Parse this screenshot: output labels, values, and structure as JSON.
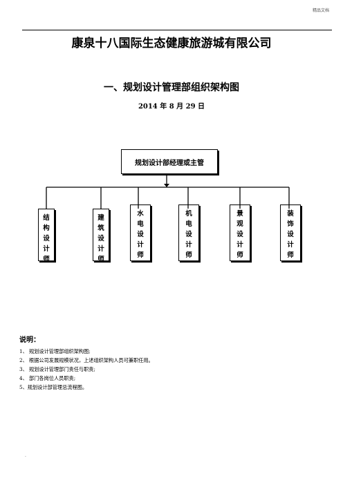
{
  "header": {
    "tag": "精品文档"
  },
  "company": "康泉十八国际生态健康旅游城有限公司",
  "section_title": "一、规划设计管理部组织架构图",
  "date": "2014 年 8 月 29 日",
  "org": {
    "top": "规划设计部经理或主管",
    "positions": [
      {
        "chars": [
          "结",
          "构",
          "设",
          "计",
          "师"
        ]
      },
      {
        "chars": [
          "建",
          "筑",
          "设",
          "计",
          "师"
        ]
      },
      {
        "chars": [
          "水",
          "电",
          "设",
          "计",
          "师"
        ]
      },
      {
        "chars": [
          "机",
          "电",
          "设",
          "计",
          "师"
        ]
      },
      {
        "chars": [
          "景",
          "观",
          "设",
          "计",
          "师"
        ]
      },
      {
        "chars": [
          "装",
          "饰",
          "设",
          "计",
          "师"
        ]
      }
    ]
  },
  "notes": {
    "heading": "说明：",
    "items": [
      "1、 规划设计管理部组织架构图;",
      "2、 根据公司发展规模状况，上述组织架构人员可兼职任用。",
      "3、 规划设计管理部门责任与职责;",
      "4、 部门各岗位人员职责;",
      "5、规划设计部管理总流程图。"
    ]
  },
  "footer": {
    "mark": "."
  }
}
